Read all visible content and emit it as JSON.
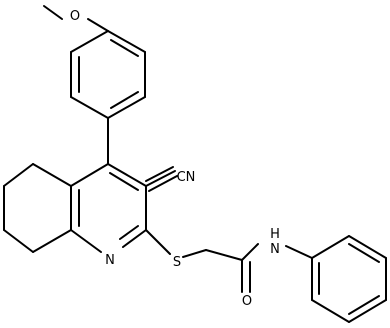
{
  "molecule": {
    "atoms": {
      "methoxy_o": "O",
      "nitrile": "CN",
      "ring_n": "N",
      "sulfur": "S",
      "amide_n": "N",
      "amide_h": "H",
      "carbonyl_o": "O"
    }
  },
  "colors": {
    "bond": "#000000",
    "background": "#ffffff"
  }
}
